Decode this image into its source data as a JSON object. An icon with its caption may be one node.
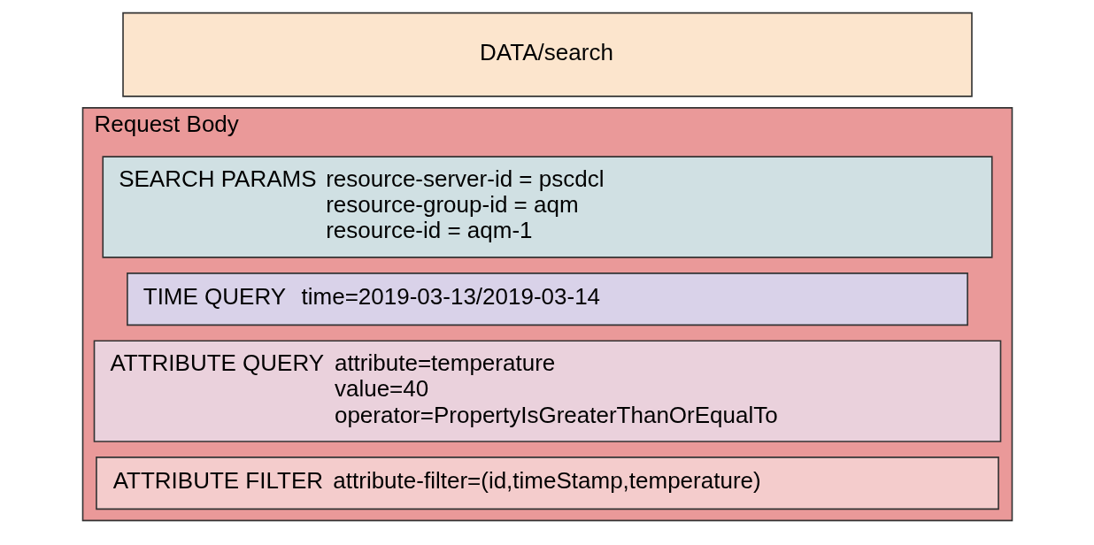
{
  "diagram": {
    "nodes": [
      {
        "text": [
          "DATA/search"
        ]
      },
      {
        "text": [
          "Request Body"
        ]
      },
      {
        "text": [
          "SEARCH PARAMS",
          "resource-server-id = pscdcl",
          "resource-group-id = aqm",
          "resource-id = aqm-1"
        ],
        "in": 1
      },
      {
        "text": [
          "TIME QUERY",
          "time=2019-03-13/2019-03-14"
        ],
        "in": 1
      },
      {
        "text": [
          "ATTRIBUTE QUERY",
          "attribute=temperature",
          "value=40",
          "operator=PropertyIsGreaterThanOrEqualTo"
        ],
        "in": 1
      },
      {
        "text": [
          "ATTRIBUTE FILTER",
          "attribute-filter=(id,timeStamp,temperature)"
        ],
        "in": 1
      }
    ]
  }
}
